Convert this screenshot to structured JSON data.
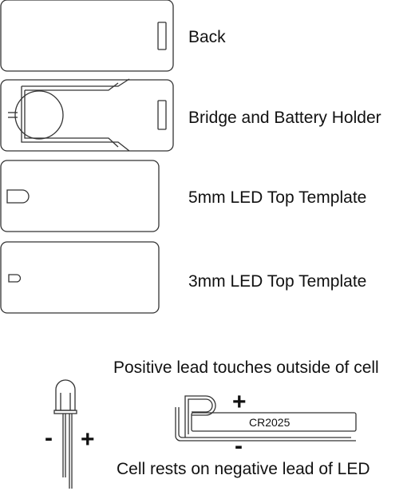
{
  "templates": {
    "back": "Back",
    "bridge": "Bridge and Battery Holder",
    "led5": "5mm LED Top Template",
    "led3": "3mm LED Top Template"
  },
  "assembly": {
    "top_caption": "Positive lead touches outside of cell",
    "bottom_caption": "Cell rests on negative lead of LED",
    "cell_label": "CR2025",
    "led_minus": "-",
    "led_plus": "+",
    "cell_plus": "+",
    "cell_minus": "-"
  }
}
